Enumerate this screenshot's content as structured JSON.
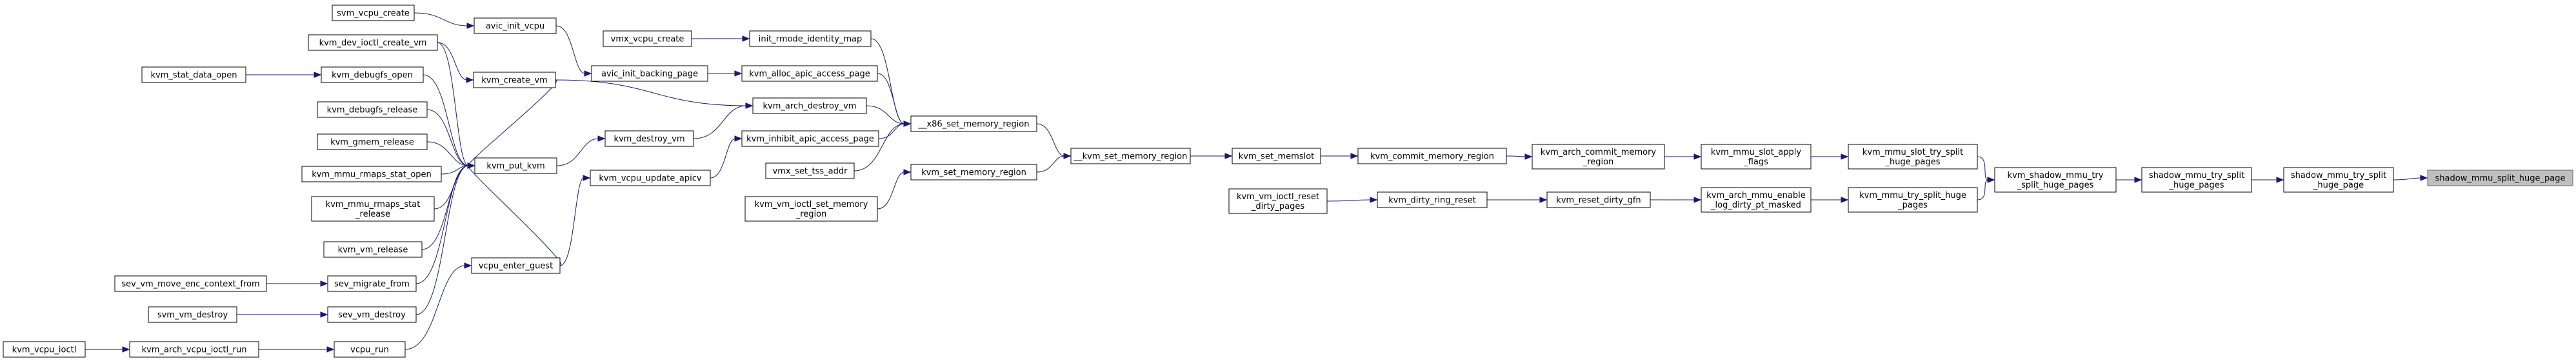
{
  "graph": {
    "highlight_color": "#bfbfbf",
    "edge_color": "#191970",
    "nodes": {
      "svm_vcpu_create": [
        "svm_vcpu_create"
      ],
      "avic_init_vcpu": [
        "avic_init_vcpu"
      ],
      "kvm_dev_ioctl_create_vm": [
        "kvm_dev_ioctl_create_vm"
      ],
      "kvm_debugfs_open": [
        "kvm_debugfs_open"
      ],
      "kvm_stat_data_open": [
        "kvm_stat_data_open"
      ],
      "kvm_create_vm": [
        "kvm_create_vm"
      ],
      "vmx_vcpu_create": [
        "vmx_vcpu_create"
      ],
      "init_rmode_identity_map": [
        "init_rmode_identity_map"
      ],
      "avic_init_backing_page": [
        "avic_init_backing_page"
      ],
      "kvm_alloc_apic_access_page": [
        "kvm_alloc_apic_access_page"
      ],
      "kvm_debugfs_release": [
        "kvm_debugfs_release"
      ],
      "kvm_arch_destroy_vm": [
        "kvm_arch_destroy_vm"
      ],
      "kvm_gmem_release": [
        "kvm_gmem_release"
      ],
      "kvm_destroy_vm": [
        "kvm_destroy_vm"
      ],
      "kvm_put_kvm": [
        "kvm_put_kvm"
      ],
      "kvm_mmu_rmaps_stat_open": [
        "kvm_mmu_rmaps_stat_open"
      ],
      "kvm_inhibit_apic_access_page": [
        "kvm_inhibit_apic_access_page"
      ],
      "kvm_vcpu_update_apicv": [
        "kvm_vcpu_update_apicv"
      ],
      "vmx_set_tss_addr": [
        "vmx_set_tss_addr"
      ],
      "kvm_mmu_rmaps_stat_release": [
        "kvm_mmu_rmaps_stat",
        "_release"
      ],
      "kvm_vm_release": [
        "kvm_vm_release"
      ],
      "kvm_vm_ioctl_set_memory_region": [
        "kvm_vm_ioctl_set_memory",
        "_region"
      ],
      "vcpu_enter_guest": [
        "vcpu_enter_guest"
      ],
      "sev_vm_move_enc_context_from": [
        "sev_vm_move_enc_context_from"
      ],
      "sev_migrate_from": [
        "sev_migrate_from"
      ],
      "svm_vm_destroy": [
        "svm_vm_destroy"
      ],
      "sev_vm_destroy": [
        "sev_vm_destroy"
      ],
      "kvm_vcpu_ioctl": [
        "kvm_vcpu_ioctl"
      ],
      "kvm_arch_vcpu_ioctl_run": [
        "kvm_arch_vcpu_ioctl_run"
      ],
      "vcpu_run": [
        "vcpu_run"
      ],
      "x86_set_memory_region": [
        "__x86_set_memory_region"
      ],
      "kvm_set_memory_region": [
        "kvm_set_memory_region"
      ],
      "kvm_set_memory_region2": [
        "__kvm_set_memory_region"
      ],
      "kvm_set_memslot": [
        "kvm_set_memslot"
      ],
      "kvm_commit_memory_region": [
        "kvm_commit_memory_region"
      ],
      "kvm_arch_commit_memory_region": [
        "kvm_arch_commit_memory",
        "_region"
      ],
      "kvm_mmu_slot_apply_flags": [
        "kvm_mmu_slot_apply",
        "_flags"
      ],
      "kvm_vm_ioctl_reset_dirty_pages": [
        "kvm_vm_ioctl_reset",
        "_dirty_pages"
      ],
      "kvm_dirty_ring_reset": [
        "kvm_dirty_ring_reset"
      ],
      "kvm_reset_dirty_gfn": [
        "kvm_reset_dirty_gfn"
      ],
      "kvm_arch_mmu_enable_log_dirty_pt_masked": [
        "kvm_arch_mmu_enable",
        "_log_dirty_pt_masked"
      ],
      "kvm_mmu_slot_try_split_huge_pages": [
        "kvm_mmu_slot_try_split",
        "_huge_pages"
      ],
      "kvm_mmu_try_split_huge_pages": [
        "kvm_mmu_try_split_huge",
        "_pages"
      ],
      "kvm_shadow_mmu_try_split_huge_pages": [
        "kvm_shadow_mmu_try",
        "_split_huge_pages"
      ],
      "shadow_mmu_try_split_huge_pages": [
        "shadow_mmu_try_split",
        "_huge_pages"
      ],
      "shadow_mmu_try_split_huge_page": [
        "shadow_mmu_try_split",
        "_huge_page"
      ],
      "shadow_mmu_split_huge_page": [
        "shadow_mmu_split_huge_page"
      ]
    },
    "highlighted": "shadow_mmu_split_huge_page"
  }
}
